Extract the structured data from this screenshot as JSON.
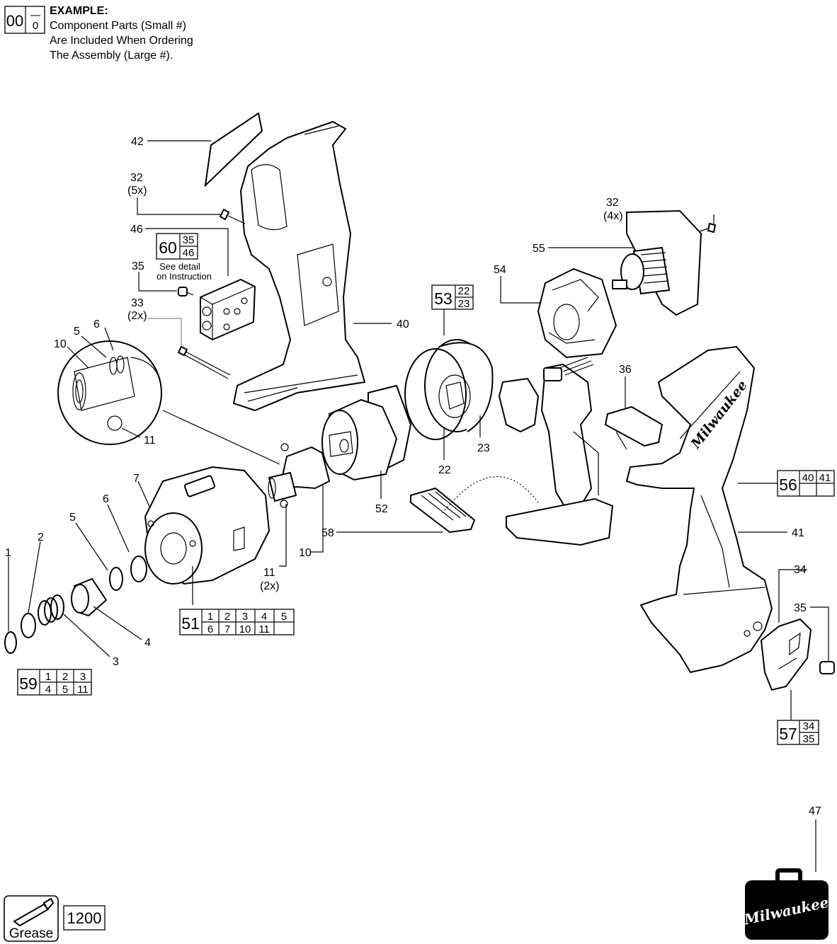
{
  "legend": {
    "example_big": "00",
    "example_small": "0",
    "title": "EXAMPLE:",
    "line1": "Component Parts (Small #)",
    "line2": "Are Included When Ordering",
    "line3": "The Assembly (Large #)."
  },
  "callouts": {
    "c42": "42",
    "c32a": "32",
    "c32a_q": "(5x)",
    "c46": "46",
    "c35a": "35",
    "c33": "33",
    "c33_q": "(2x)",
    "c40": "40",
    "c5a": "5",
    "c6a": "6",
    "c10a": "10",
    "c11a": "11",
    "c32b": "32",
    "c32b_q": "(4x)",
    "c55": "55",
    "c54": "54",
    "c36": "36",
    "c7": "7",
    "c6b": "6",
    "c5b": "5",
    "c1": "1",
    "c2": "2",
    "c3": "3",
    "c4": "4",
    "c10b": "10",
    "c11b": "11",
    "c11b_q": "(2x)",
    "c52": "52",
    "c22": "22",
    "c23": "23",
    "c58": "58",
    "c41": "41",
    "c34": "34",
    "c35b": "35",
    "c47": "47"
  },
  "assemblies": {
    "a60": {
      "big": "60",
      "small": [
        "35",
        "46"
      ],
      "note1": "See detail",
      "note2": "on Instruction"
    },
    "a53": {
      "big": "53",
      "small": [
        "22",
        "23"
      ]
    },
    "a51": {
      "big": "51",
      "row1": [
        "1",
        "2",
        "3",
        "4",
        "5"
      ],
      "row2": [
        "6",
        "7",
        "10",
        "11",
        ""
      ]
    },
    "a59": {
      "big": "59",
      "row1": [
        "1",
        "2",
        "3"
      ],
      "row2": [
        "4",
        "5",
        "11"
      ]
    },
    "a56": {
      "big": "56",
      "row1": [
        "40",
        "41"
      ],
      "row2": [
        "",
        ""
      ]
    },
    "a57": {
      "big": "57",
      "small": [
        "34",
        "35"
      ]
    }
  },
  "grease": {
    "label": "Grease",
    "code": "1200"
  },
  "case_brand": "Milwaukee",
  "housing_brand": "Milwaukee",
  "colors": {
    "line": "#000000",
    "background": "#ffffff"
  }
}
